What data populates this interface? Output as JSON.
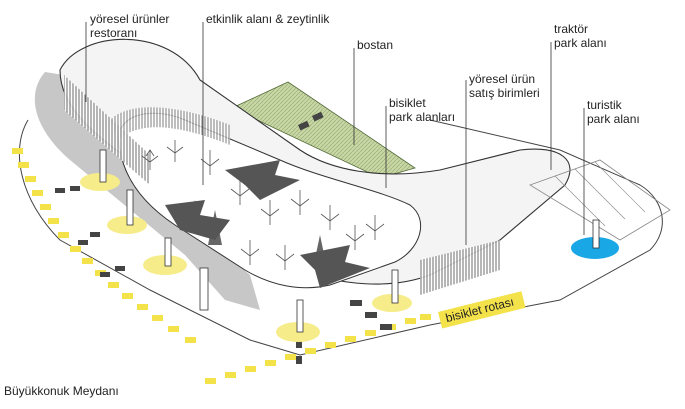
{
  "labels": {
    "restaurant": "yöresel ürünler\nrestoranı",
    "event_area": "etkinlik alanı & zeytinlik",
    "garden": "bostan",
    "bike_parking": "bisiklet\npark alanları",
    "sales_units": "yöresel ürün\nsatış birimleri",
    "tractor_parking": "traktör\npark alanı",
    "tourist_parking": "turistik\npark alanı",
    "bike_route": "bisiklet rotası",
    "square": "Büyükkonuk Meydanı"
  },
  "colors": {
    "route_yellow": "#f4e24a",
    "marker_yellow": "#f7ec8a",
    "marker_blue": "#1aa7e6",
    "garden_green": "#c8d6a4",
    "shadow_gray": "#bdbdbd",
    "arrow_dark": "#555555",
    "line": "#333333"
  }
}
